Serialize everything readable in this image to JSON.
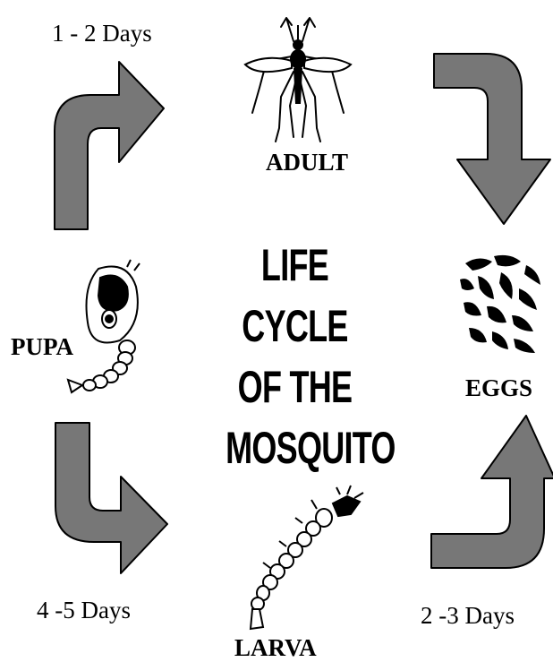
{
  "title_lines": [
    "LIFE CYCLE",
    "OF THE",
    "MOSQUITO"
  ],
  "stages": {
    "adult": "ADULT",
    "eggs": "EGGS",
    "larva": "LARVA",
    "pupa": "PUPA"
  },
  "durations": {
    "pupa_to_adult": "1 - 2 Days",
    "larva_to_pupa": "4 -5 Days",
    "eggs_to_larva": "2 -3 Days"
  },
  "colors": {
    "arrow_fill": "#777777",
    "arrow_stroke": "#000000",
    "ink": "#000000"
  }
}
